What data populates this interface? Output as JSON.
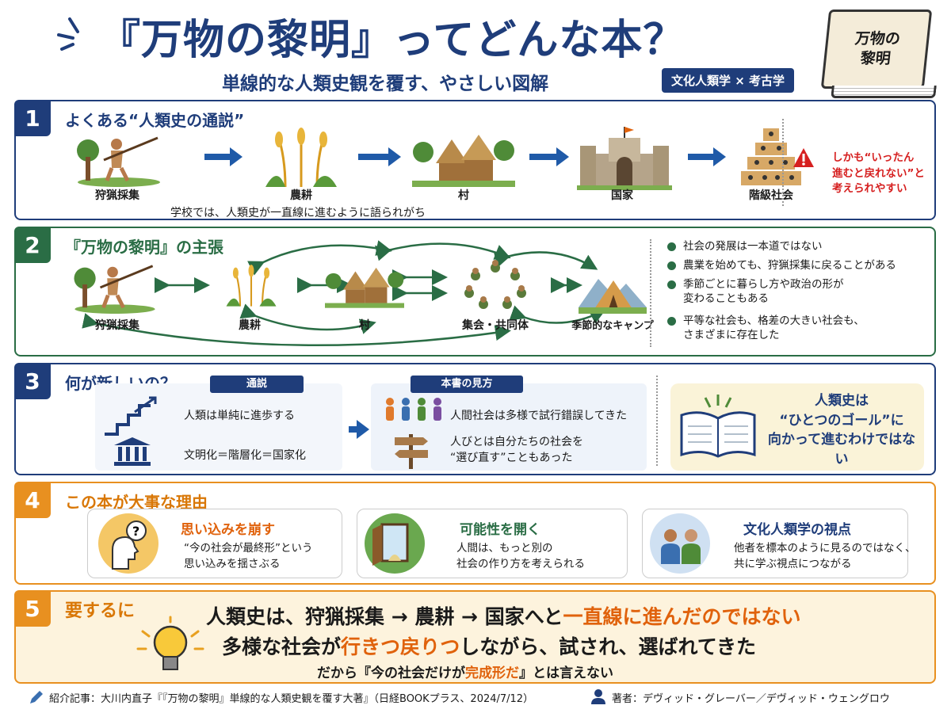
{
  "header": {
    "title": "『万物の黎明』ってどんな本？",
    "subtitle": "単線的な人類史観を覆す、やさしい図解",
    "tag": "文化人類学 × 考古学",
    "book_cover": "万物の\n黎明"
  },
  "s1": {
    "num": "1",
    "title": "よくある“人類史の通説”",
    "stages": [
      "狩猟採集",
      "農耕",
      "村",
      "国家",
      "階級社会"
    ],
    "caption": "学校では、人類史が一直線に進むように語られがち",
    "warning": "しかも“いったん\n進むと戻れない”と\n考えられやすい"
  },
  "s2": {
    "num": "2",
    "title": "『万物の黎明』の主張",
    "stages": [
      "狩猟採集",
      "農耕",
      "村",
      "集会・共同体",
      "季節的なキャンプ"
    ],
    "bullets": [
      "社会の発展は一本道ではない",
      "農業を始めても、狩猟採集に戻ることがある",
      "季節ごとに暮らし方や政治の形が\n変わることもある",
      "平等な社会も、格差の大きい社会も、\nさまざまに存在した"
    ]
  },
  "s3": {
    "num": "3",
    "title": "何が新しいの？",
    "old_label": "通説",
    "old_items": [
      "人類は単純に進歩する",
      "文明化＝階層化＝国家化"
    ],
    "new_label": "本書の見方",
    "new_items": [
      "人間社会は多様で試行錯誤してきた",
      "人びとは自分たちの社会を\n“選び直す”こともあった"
    ],
    "point": "人類史は\n“ひとつのゴール”に\n向かって進むわけではない"
  },
  "s4": {
    "num": "4",
    "title": "この本が大事な理由",
    "cards": [
      {
        "title": "思い込みを崩す",
        "body": "“今の社会が最終形”という\n思い込みを揺さぶる",
        "color": "#e0620c"
      },
      {
        "title": "可能性を開く",
        "body": "人間は、もっと別の\n社会の作り方を考えられる",
        "color": "#2a6d45"
      },
      {
        "title": "文化人類学の視点",
        "body": "他者を標本のように見るのではなく、\n共に学ぶ視点につながる",
        "color": "#1f3d7a"
      }
    ]
  },
  "s5": {
    "num": "5",
    "title": "要するに",
    "line1a": "人類史は、狩猟採集 → 農耕 → 国家へと",
    "line1b": "一直線に進んだのではない",
    "line2a": "多様な社会が",
    "line2b": "行きつ戻りつ",
    "line2c": "しながら、試され、選ばれてきた",
    "line3a": "だから『今の社会だけが",
    "line3b": "完成形だ",
    "line3c": "』とは言えない"
  },
  "footer": {
    "source": "紹介記事：大川内直子『『万物の黎明』単線的な人類史観を覆す大著』（日経BOOKプラス、2024/7/12）",
    "authors": "著者：デヴィッド・グレーバー／デヴィッド・ウェングロウ"
  },
  "colors": {
    "navy": "#1f3d7a",
    "green": "#2a6d45",
    "orange": "#e89020",
    "accent": "#e0620c",
    "red": "#d62020"
  }
}
